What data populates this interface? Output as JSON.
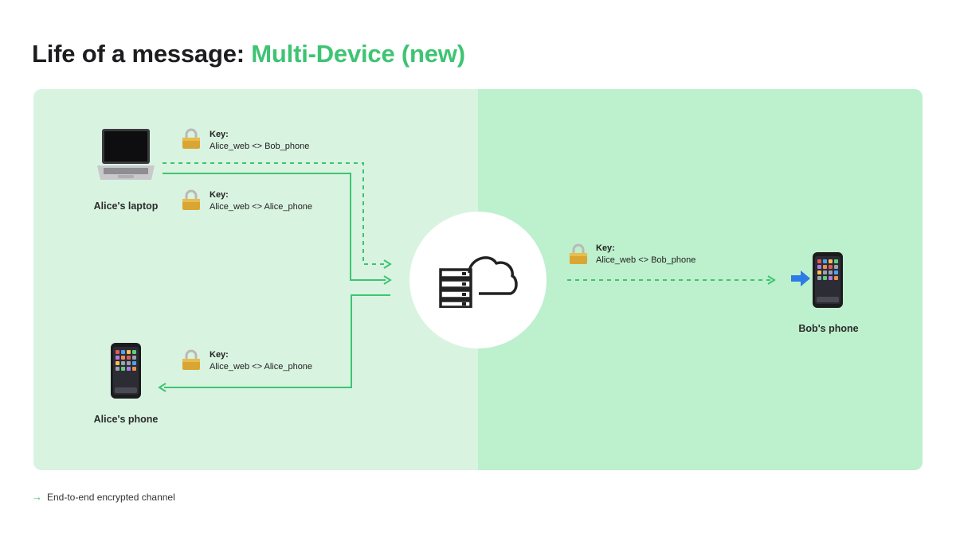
{
  "title": {
    "prefix": "Life of a message: ",
    "accent": "Multi-Device (new)"
  },
  "devices": {
    "alice_laptop": "Alice's laptop",
    "alice_phone": "Alice's phone",
    "bob_phone": "Bob's phone"
  },
  "keys": [
    {
      "heading": "Key:",
      "value": "Alice_web <> Bob_phone"
    },
    {
      "heading": "Key:",
      "value": "Alice_web <> Alice_phone"
    },
    {
      "heading": "Key:",
      "value": "Alice_web <> Alice_phone"
    },
    {
      "heading": "Key:",
      "value": "Alice_web <> Bob_phone"
    }
  ],
  "legend": {
    "symbol": "→",
    "label": "End-to-end encrypted channel"
  },
  "colors": {
    "accent": "#3ec472",
    "panel_left": "#d9f3e1",
    "panel_right": "#bdf0cd"
  },
  "icons": {
    "server": "server-cloud-icon",
    "lock": "padlock-icon",
    "laptop": "laptop-icon",
    "phone": "smartphone-icon",
    "arrow": "blue-arrow-icon"
  }
}
